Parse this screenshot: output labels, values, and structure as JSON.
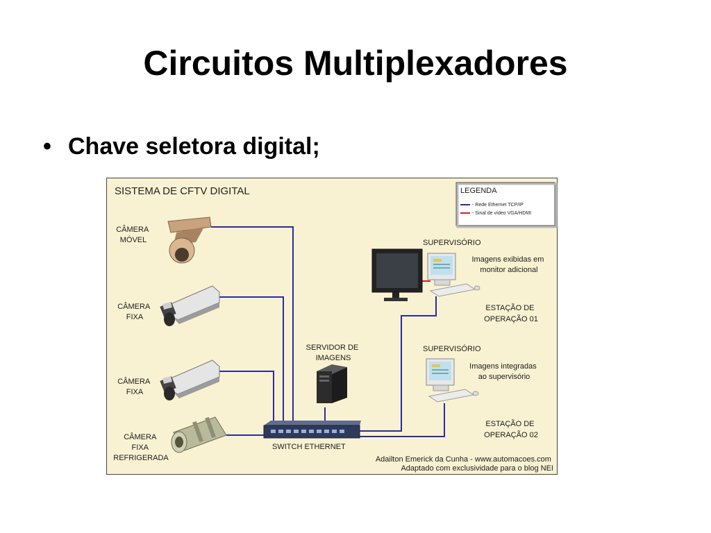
{
  "slide": {
    "title": "Circuitos Multiplexadores",
    "bullet": "Chave seletora digital;"
  },
  "diagram": {
    "title": "SISTEMA DE CFTV DIGITAL",
    "legend": {
      "title": "LEGENDA",
      "items": [
        {
          "label": "- Rede Ethernet TCP/IP",
          "color": "#2a2aa0"
        },
        {
          "label": "- Sinal de vídeo VGA/HDMI",
          "color": "#d42020"
        }
      ]
    },
    "cameras": [
      {
        "lines": [
          "CÂMERA",
          "MÓVEL"
        ],
        "icon": "ptz-dome-camera-icon"
      },
      {
        "lines": [
          "CÂMERA",
          "FIXA"
        ],
        "icon": "box-camera-icon"
      },
      {
        "lines": [
          "CÂMERA",
          "FIXA"
        ],
        "icon": "box-camera-icon"
      },
      {
        "lines": [
          "CÂMERA",
          "FIXA",
          "REFRIGERADA"
        ],
        "icon": "cooled-camera-icon"
      }
    ],
    "server": {
      "lines": [
        "SERVIDOR DE",
        "IMAGENS"
      ]
    },
    "switch": {
      "label": "SWITCH ETHERNET"
    },
    "station1": {
      "supervisor": "SUPERVISÓRIO",
      "note": [
        "Imagens exibidas em",
        "monitor adicional"
      ],
      "name": [
        "ESTAÇÃO DE",
        "OPERAÇÃO 01"
      ]
    },
    "station2": {
      "supervisor": "SUPERVISÓRIO",
      "note": [
        "Imagens integradas",
        "ao supervisório"
      ],
      "name": [
        "ESTAÇÃO DE",
        "OPERAÇÃO 02"
      ]
    },
    "credit": [
      "Adailton Emerick da Cunha - www.automacoes.com",
      "Adaptado com exclusividade para o blog NEI"
    ],
    "colors": {
      "ethernet": "#2a2aa0",
      "video": "#d42020",
      "background": "#f9f2d2"
    }
  }
}
